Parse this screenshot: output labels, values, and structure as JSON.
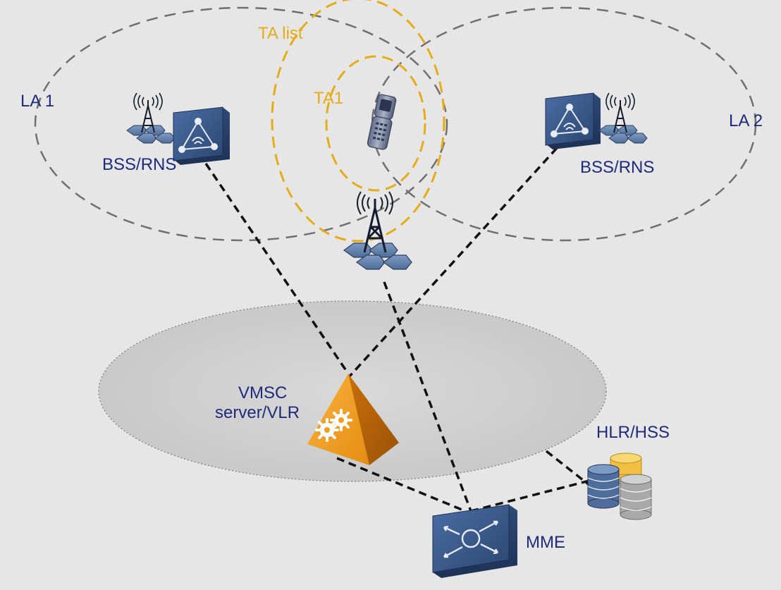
{
  "labels": {
    "la1": "LA 1",
    "la2": "LA 2",
    "ta_list": "TA list",
    "ta1": "TA1",
    "bss_left": "BSS/RNS",
    "bss_right": "BSS/RNS",
    "vmsc_line1": "VMSC",
    "vmsc_line2": "server/VLR",
    "hlr_hss": "HLR/HSS",
    "mme": "MME"
  },
  "colors": {
    "background": "#e6e6e6",
    "text_navy": "#1f2a7a",
    "ta_gold": "#e5ac1a",
    "la_dash_gray": "#6f6f6f",
    "link_black": "#111111",
    "device_blue": "#3a5b8c",
    "vmsc_orange": "#f0a020"
  },
  "icons": {
    "bss_left": "cell-tower-icon",
    "bss_left_box": "base-station-controller-icon",
    "bss_right": "cell-tower-icon",
    "bss_right_box": "base-station-controller-icon",
    "center_tower": "cell-tower-icon",
    "phone": "mobile-phone-icon",
    "vmsc": "vmsc-server-icon",
    "hlr": "database-stack-icon",
    "mme": "mme-router-icon"
  }
}
